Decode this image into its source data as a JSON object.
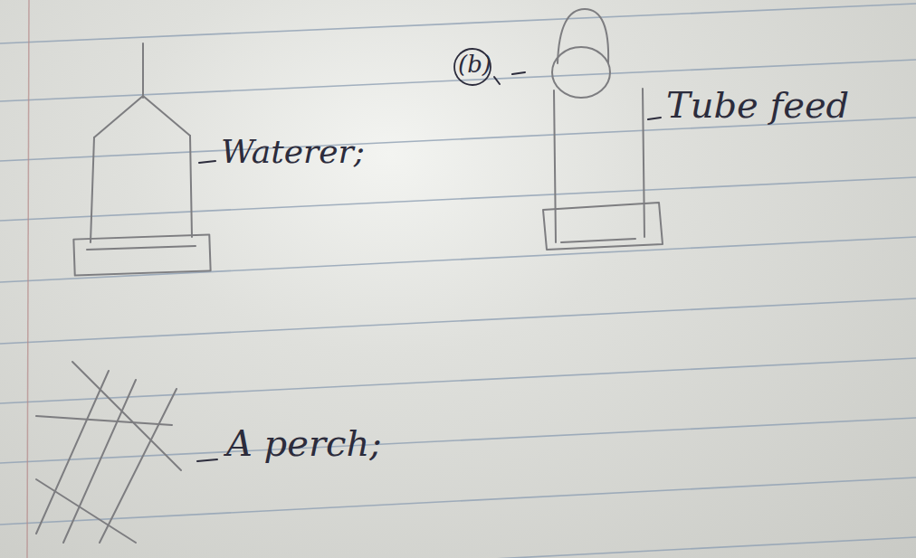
{
  "diagram": {
    "labels": [
      "(b)",
      "Waterer;",
      "Tube feed",
      "A perch;"
    ]
  }
}
